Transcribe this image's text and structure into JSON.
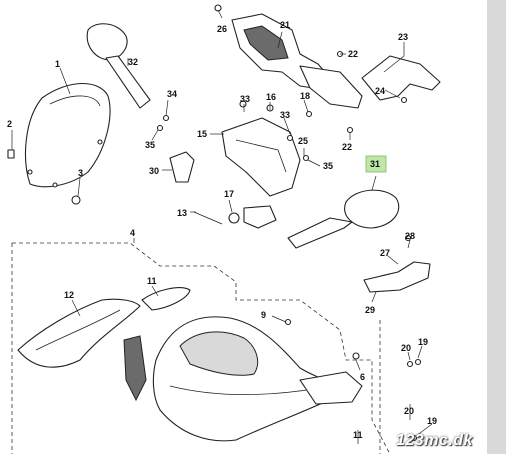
{
  "watermark": "123mc.dk",
  "highlight_color": "#bfe6a8",
  "highlighted_part": "31",
  "callouts": [
    {
      "id": "26",
      "text": "26"
    },
    {
      "id": "21",
      "text": "21"
    },
    {
      "id": "22a",
      "text": "22"
    },
    {
      "id": "23",
      "text": "23"
    },
    {
      "id": "32",
      "text": "32"
    },
    {
      "id": "1",
      "text": "1"
    },
    {
      "id": "34",
      "text": "34"
    },
    {
      "id": "33a",
      "text": "33"
    },
    {
      "id": "16",
      "text": "16"
    },
    {
      "id": "18",
      "text": "18"
    },
    {
      "id": "24",
      "text": "24"
    },
    {
      "id": "2",
      "text": "2"
    },
    {
      "id": "15",
      "text": "15"
    },
    {
      "id": "33b",
      "text": "33"
    },
    {
      "id": "35a",
      "text": "35"
    },
    {
      "id": "22b",
      "text": "22"
    },
    {
      "id": "25",
      "text": "25"
    },
    {
      "id": "35b",
      "text": "35"
    },
    {
      "id": "30",
      "text": "30"
    },
    {
      "id": "3",
      "text": "3"
    },
    {
      "id": "31",
      "text": "31"
    },
    {
      "id": "17",
      "text": "17"
    },
    {
      "id": "13",
      "text": "13"
    },
    {
      "id": "4",
      "text": "4"
    },
    {
      "id": "28",
      "text": "28"
    },
    {
      "id": "27",
      "text": "27"
    },
    {
      "id": "11a",
      "text": "11"
    },
    {
      "id": "12",
      "text": "12"
    },
    {
      "id": "29",
      "text": "29"
    },
    {
      "id": "9",
      "text": "9"
    },
    {
      "id": "19a",
      "text": "19"
    },
    {
      "id": "20a",
      "text": "20"
    },
    {
      "id": "6",
      "text": "6"
    },
    {
      "id": "20b",
      "text": "20"
    },
    {
      "id": "19b",
      "text": "19"
    },
    {
      "id": "11b",
      "text": "11"
    }
  ]
}
